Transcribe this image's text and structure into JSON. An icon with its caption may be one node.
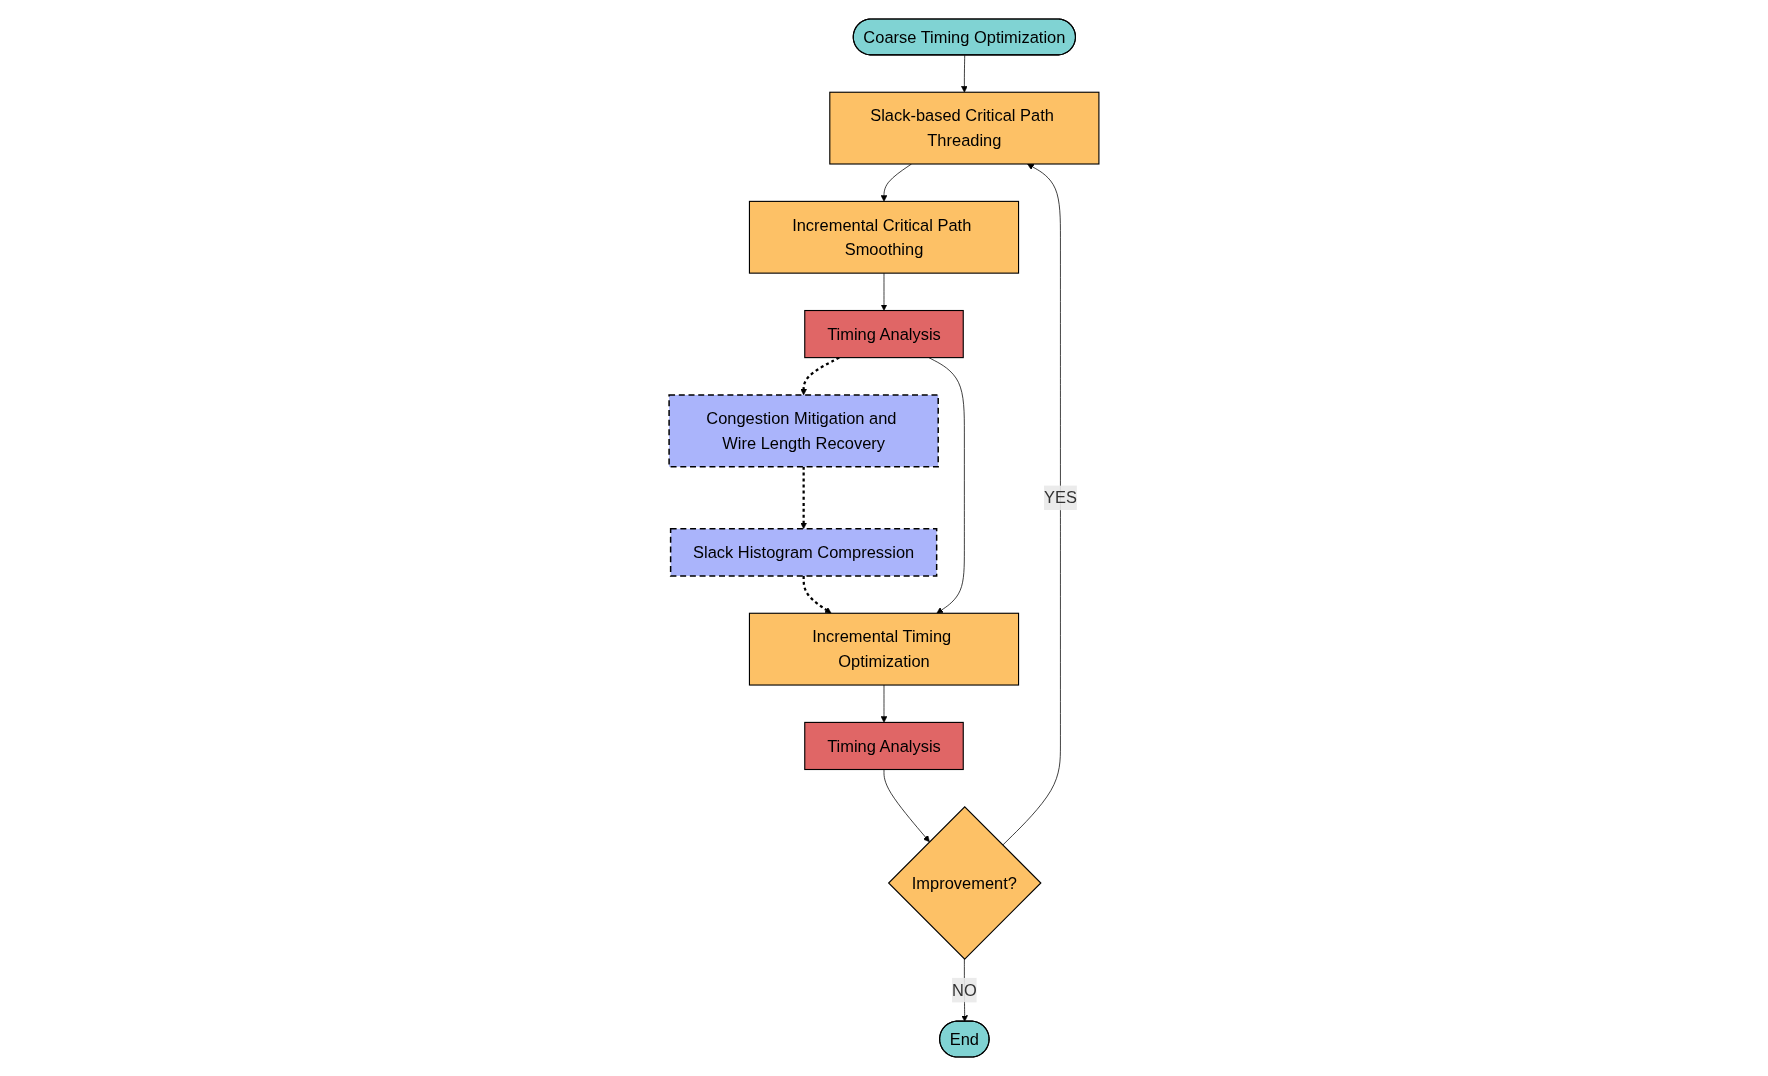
{
  "diagram": {
    "nodes": [
      {
        "text": [
          "Coarse Timing Optimization"
        ]
      },
      {
        "text": [
          "Slack-based Critical Path Threading"
        ]
      },
      {
        "text": [
          "Incremental Critical Path Smoothing"
        ]
      },
      {
        "text": [
          "Timing Analysis"
        ]
      },
      {
        "text": [
          "Congestion Mitigation and Wire Length Recovery"
        ]
      },
      {
        "text": [
          "Slack Histogram Compression"
        ]
      },
      {
        "text": [
          "Incremental Timing Optimization"
        ]
      },
      {
        "text": [
          "Timing Analysis"
        ]
      },
      {
        "text": [
          "Improvement?"
        ]
      },
      {
        "text": [
          "End"
        ]
      }
    ],
    "edges": [
      {
        "from": 0,
        "to": 1,
        "arrow": "to"
      },
      {
        "from": 1,
        "to": 2,
        "arrow": "to"
      },
      {
        "from": 2,
        "to": 3,
        "arrow": "to"
      },
      {
        "from": 3,
        "to": 4,
        "arrow": "to",
        "style": "dashed"
      },
      {
        "from": 4,
        "to": 5,
        "arrow": "to",
        "style": "dashed"
      },
      {
        "from": 5,
        "to": 6,
        "arrow": "to",
        "style": "dashed"
      },
      {
        "from": 3,
        "to": 6,
        "arrow": "to"
      },
      {
        "from": 6,
        "to": 7,
        "arrow": "to"
      },
      {
        "from": 7,
        "to": 8,
        "arrow": "to"
      },
      {
        "from": 8,
        "to": 9,
        "arrow": "to",
        "label": "NO"
      },
      {
        "from": 8,
        "to": 1,
        "arrow": "to",
        "label": "YES"
      }
    ]
  }
}
